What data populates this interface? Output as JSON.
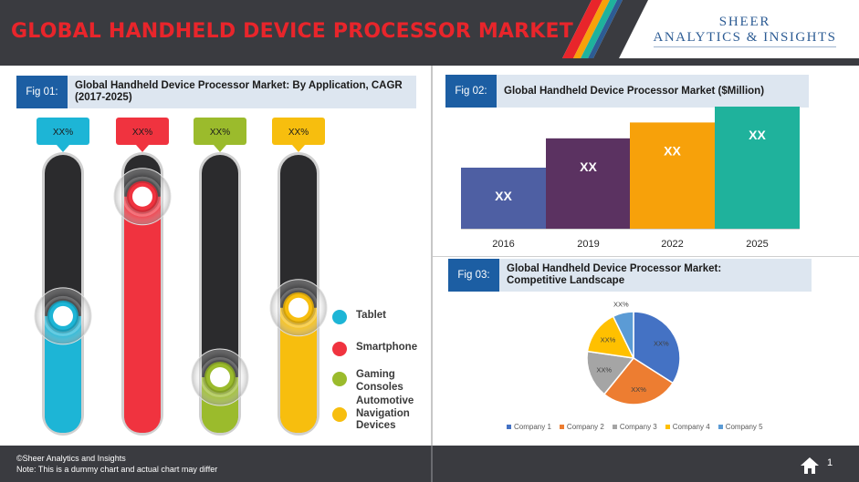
{
  "header": {
    "title": "GLOBAL HANDHELD DEVICE PROCESSOR MARKET",
    "logo_line1": "SHEER",
    "logo_line2": "ANALYTICS & INSIGHTS",
    "colors": {
      "title": "#e8252b",
      "dark": "#3a3b40",
      "logo": "#2d5c94"
    }
  },
  "fig01": {
    "tag": "Fig 01:",
    "title": "Global Handheld Device Processor Market: By Application, CAGR (2017-2025)"
  },
  "fig02": {
    "tag": "Fig 02:",
    "title": "Global Handheld Device Processor Market ($Million)"
  },
  "fig03": {
    "tag": "Fig 03:",
    "title": "Global Handheld Device Processor Market: Competitive Landscape"
  },
  "chart_data": [
    {
      "type": "bar",
      "chart": "application-cagr-thermometer",
      "categories": [
        "Tablet",
        "Smartphone",
        "Gaming Consoles",
        "Automotive Navigation Devices"
      ],
      "values": [
        0.42,
        0.85,
        0.2,
        0.45
      ],
      "value_labels": [
        "XX%",
        "XX%",
        "XX%",
        "XX%"
      ],
      "colors": [
        "#1db5d6",
        "#f0333f",
        "#9bbb2c",
        "#f7be0e"
      ],
      "legend": [
        "Tablet",
        "Smartphone",
        "Gaming Consoles",
        "Automotive Navigation Devices"
      ]
    },
    {
      "type": "bar",
      "chart": "market-size",
      "categories": [
        "2016",
        "2019",
        "2022",
        "2025"
      ],
      "values": [
        0.5,
        0.74,
        0.87,
        1.0
      ],
      "value_labels": [
        "XX",
        "XX",
        "XX",
        "XX"
      ],
      "colors": [
        "#4e5fa3",
        "#5b3261",
        "#f7a10a",
        "#1fb29c"
      ]
    },
    {
      "type": "pie",
      "chart": "competitive-landscape",
      "categories": [
        "Company 1",
        "Company 2",
        "Company 3",
        "Company 4",
        "Company 5"
      ],
      "values": [
        33,
        26,
        16,
        15,
        7
      ],
      "value_labels": [
        "XX%",
        "XX%",
        "XX%",
        "XX%",
        "XX%"
      ],
      "colors": [
        "#4472c4",
        "#ed7d31",
        "#a5a5a5",
        "#ffc000",
        "#5b9bd5"
      ]
    }
  ],
  "footer": {
    "copyright": "©Sheer Analytics and Insights",
    "note": "Note: This is a dummy chart and actual chart may differ",
    "page": "1"
  }
}
